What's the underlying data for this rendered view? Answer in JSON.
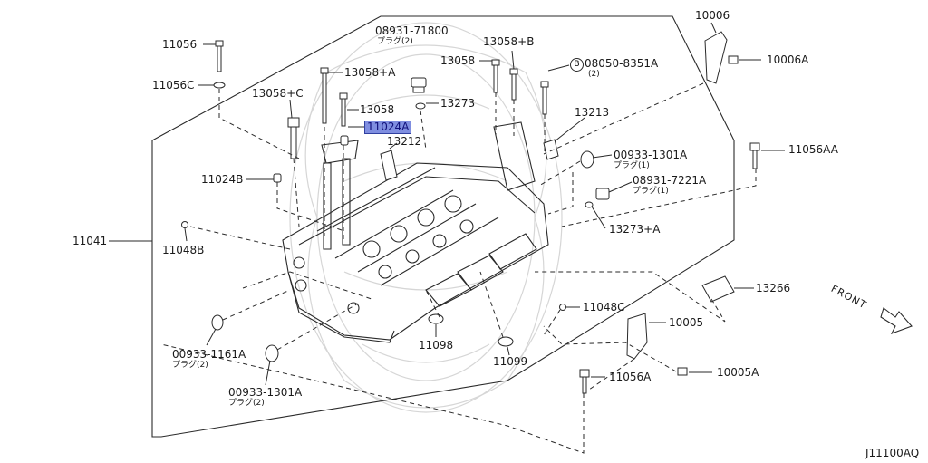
{
  "diagram_code": "J11100AQ",
  "front_label": "FRONT",
  "labels": {
    "p11056": "11056",
    "p11056c": "11056C",
    "p13058c": "13058+C",
    "p13058a": "13058+A",
    "p13058": "13058",
    "p13058b": "13058+B",
    "p13058_2": "13058",
    "p08931_71800": "08931-71800",
    "p08931_71800_sub": "プラグ(2)",
    "p13273": "13273",
    "p11024a": "11024A",
    "p13212": "13212",
    "p08050": "08050-8351A",
    "p08050_sub": "(2)",
    "p08050_mark": "B",
    "p13213": "13213",
    "p10006": "10006",
    "p10006a": "10006A",
    "p11056aa": "11056AA",
    "p00933_1301a_top": "00933-1301A",
    "p00933_1301a_top_sub": "プラグ(1)",
    "p08931_7221a": "08931-7221A",
    "p08931_7221a_sub": "プラグ(1)",
    "p13273a": "13273+A",
    "p11024b": "11024B",
    "p11048b": "11048B",
    "p11041": "11041",
    "p13266": "13266",
    "p11048c": "11048C",
    "p10005": "10005",
    "p10005a": "10005A",
    "p11056a": "11056A",
    "p11098": "11098",
    "p11099": "11099",
    "p00933_1161a": "00933-1161A",
    "p00933_1161a_sub": "プラグ(2)",
    "p00933_1301a_bot": "00933-1301A",
    "p00933_1301a_bot_sub": "プラグ(2)"
  },
  "highlighted_part": "11024A",
  "colors": {
    "line": "#2a2a2a",
    "highlight_fill": "#7f8ee0",
    "highlight_text": "#10107a",
    "watermark": "#c8c8c8"
  }
}
